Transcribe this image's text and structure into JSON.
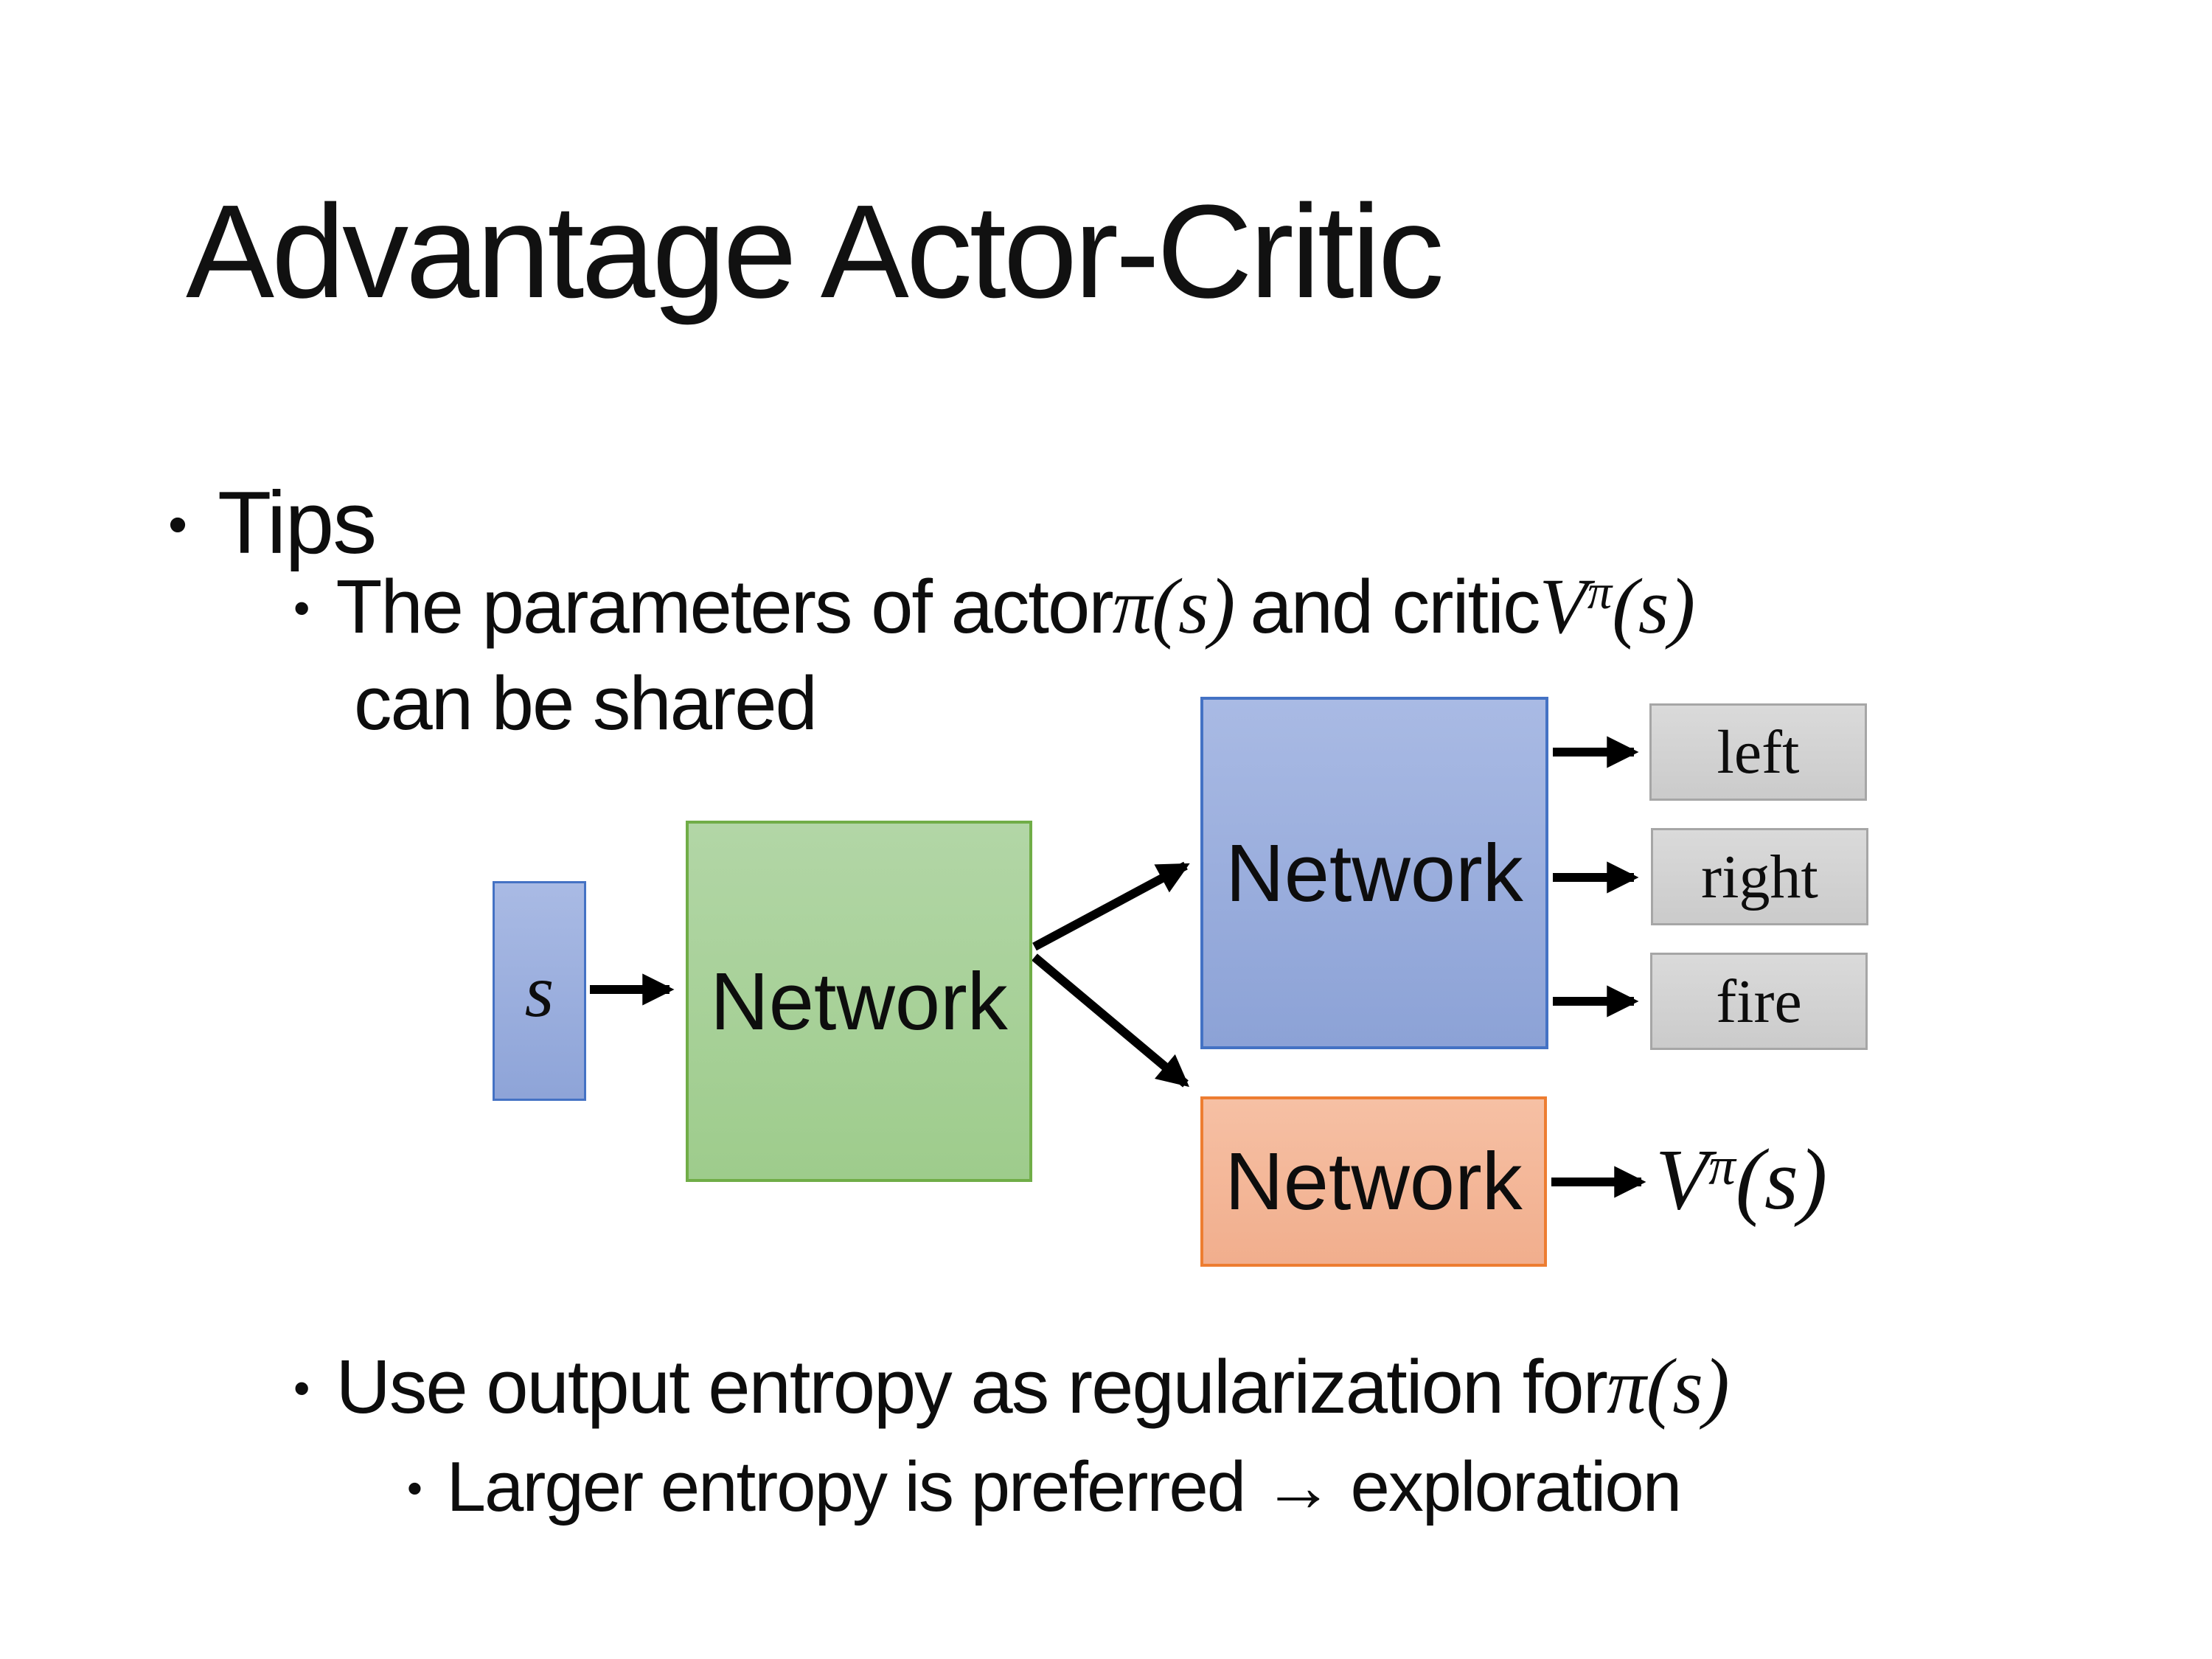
{
  "slide": {
    "title": "Advantage Actor-Critic",
    "bullet_char": "•"
  },
  "bullets": {
    "tips": "Tips",
    "params": {
      "pre": "The parameters of actor ",
      "actor_math": "π(s)",
      "mid": " and critic ",
      "critic_base": "V",
      "critic_sup": "π",
      "critic_args": "(s)",
      "line2": "can be shared"
    },
    "entropy": {
      "pre": "Use output entropy as regularization for ",
      "math": "π(s)"
    },
    "larger": "Larger entropy is preferred → exploration"
  },
  "diagram": {
    "state_label": "s",
    "shared_network_label": "Network",
    "actor_network_label": "Network",
    "critic_network_label": "Network",
    "actions": [
      "left",
      "right",
      "fire"
    ],
    "value": {
      "base": "V",
      "sup": "π",
      "args": "(s)"
    },
    "colors": {
      "blue_border": "#4472C4",
      "blue_fill_top": "#A9BAE4",
      "blue_fill_bottom": "#8CA2D6",
      "green_border": "#70AD47",
      "green_fill_top": "#B2D6A6",
      "green_fill_bottom": "#9ECC8C",
      "orange_border": "#ED7D31",
      "orange_fill_top": "#F6C0A4",
      "orange_fill_bottom": "#F1AE8D",
      "gray_border": "#A6A6A6",
      "gray_fill_top": "#DADADA",
      "gray_fill_bottom": "#CBCBCB",
      "arrow": "#000000"
    }
  }
}
